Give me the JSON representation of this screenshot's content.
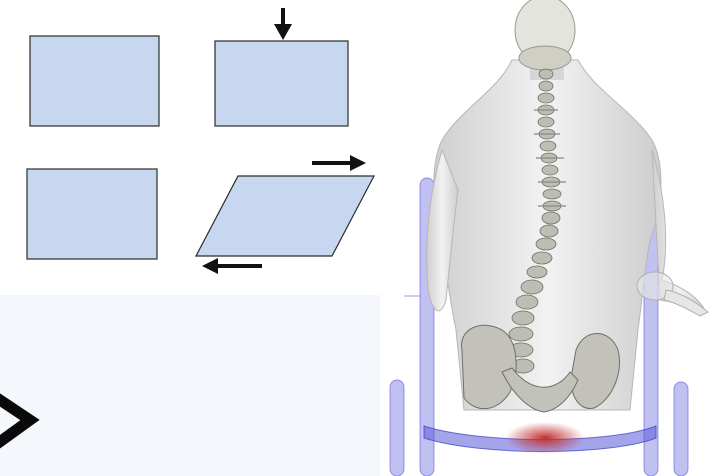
{
  "colors": {
    "box_fill": "#c6d7ef",
    "box_stroke": "#2b2b2b",
    "arrow": "#111111",
    "skin": "#dcdcdc",
    "bone": "#9a9a92",
    "chair": "#5a5ad8",
    "pressure": "#c23030"
  },
  "diagram": {
    "panels": [
      {
        "id": "rest-block",
        "shape": "rectangle",
        "load": "none"
      },
      {
        "id": "compression-block",
        "shape": "rectangle",
        "load": "downward-arrow"
      },
      {
        "id": "reference-block",
        "shape": "rectangle",
        "load": "none"
      },
      {
        "id": "shear-block",
        "shape": "parallelogram",
        "load": "opposed-horizontal-arrows"
      }
    ],
    "icons": [
      "chevron-right-icon",
      "spine-skeleton-illustration"
    ]
  }
}
